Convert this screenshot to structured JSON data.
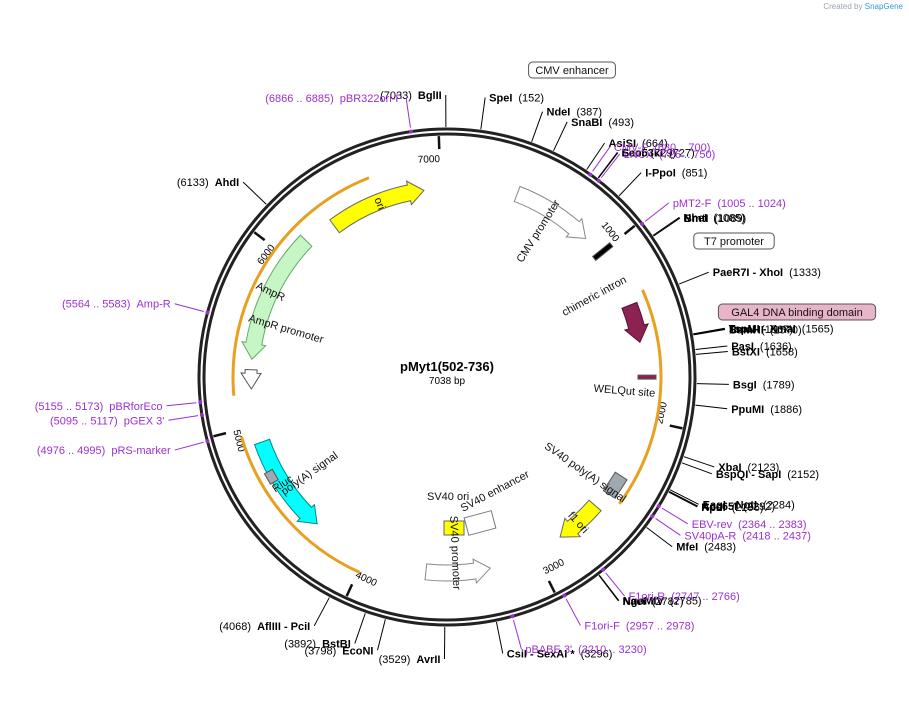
{
  "credit": {
    "prefix": "Created by",
    "brand": "SnapGene"
  },
  "plasmid": {
    "name": "pMyt1(502-736)",
    "length_label": "7038 bp",
    "length": 7038
  },
  "colors": {
    "site": "#000000",
    "primer": "#9b30d0",
    "feature_pink": "#e8b4c8",
    "ori": "#ffff00",
    "ampr": "#c6f5c6",
    "rluc": "#00ffff",
    "intron": "#8b2252",
    "arc": "#e8a020",
    "grey": "#a0a8b0"
  },
  "sites": [
    {
      "pos": 152,
      "label": "SpeI",
      "num": "(152)"
    },
    {
      "pos": 387,
      "label": "NdeI",
      "num": "(387)"
    },
    {
      "pos": 493,
      "label": "SnaBI",
      "num": "(493)"
    },
    {
      "pos": 664,
      "label": "AsiSI",
      "num": "(664)"
    },
    {
      "pos": 727,
      "label": "Eco53kI",
      "num": "(727)"
    },
    {
      "pos": 729,
      "label": "SacI",
      "num": "(729)"
    },
    {
      "pos": 851,
      "label": "I-PpoI",
      "num": "(851)"
    },
    {
      "pos": 1085,
      "label": "NheI",
      "num": "(1085)"
    },
    {
      "pos": 1089,
      "label": "BmtI",
      "num": "(1089)"
    },
    {
      "pos": 1333,
      "label": "PaeR7I   - XhoI",
      "num": "(1333)"
    },
    {
      "pos": 1565,
      "label": "TspMI   - XmaI",
      "num": "(1565)"
    },
    {
      "pos": 1567,
      "label": "SmaI",
      "num": "(1567)"
    },
    {
      "pos": 1570,
      "label": "BamHI",
      "num": "(1570)"
    },
    {
      "pos": 1636,
      "label": "PasI",
      "num": "(1636)"
    },
    {
      "pos": 1658,
      "label": "BstXI",
      "num": "(1658)"
    },
    {
      "pos": 1789,
      "label": "BsgI",
      "num": "(1789)"
    },
    {
      "pos": 1886,
      "label": "PpuMI",
      "num": "(1886)"
    },
    {
      "pos": 2123,
      "label": "XbaI",
      "num": "(2123)"
    },
    {
      "pos": 2152,
      "label": "BspQI   - SapI",
      "num": "(2152)"
    },
    {
      "pos": 2284,
      "label": "EagI   - NotI",
      "num": "(2284)"
    },
    {
      "pos": 2292,
      "label": "Acc65I",
      "num": "(2292)"
    },
    {
      "pos": 2296,
      "label": "KpnI",
      "num": "(2296)"
    },
    {
      "pos": 2483,
      "label": "MfeI",
      "num": "(2483)"
    },
    {
      "pos": 2785,
      "label": "NgoMIV",
      "num": "(2785)"
    },
    {
      "pos": 2787,
      "label": "NaeI",
      "num": "(2787)"
    },
    {
      "pos": 3296,
      "label": "CsiI   - SexAI *",
      "num": "(3296)"
    },
    {
      "pos": 3529,
      "label": "AvrII",
      "num": "(3529)"
    },
    {
      "pos": 3798,
      "label": "EcoNI",
      "num": "(3798)"
    },
    {
      "pos": 3892,
      "label": "BstBI",
      "num": "(3892)"
    },
    {
      "pos": 4068,
      "label": "AflIII   - PciI",
      "num": "(4068)"
    },
    {
      "pos": 6133,
      "label": "AhdI",
      "num": "(6133)"
    },
    {
      "pos": 7033,
      "label": "BglII",
      "num": "(7033)"
    }
  ],
  "primers": [
    {
      "pos": 690,
      "label": "CMV-F",
      "range": "(680 .. 700)"
    },
    {
      "pos": 738,
      "label": "LNCX",
      "range": "(726 .. 750)"
    },
    {
      "pos": 1014,
      "label": "pMT2-F",
      "range": "(1005 .. 1024)"
    },
    {
      "pos": 2373,
      "label": "EBV-rev",
      "range": "(2364 .. 2383)"
    },
    {
      "pos": 2427,
      "label": "SV40pA-R",
      "range": "(2418 .. 2437)"
    },
    {
      "pos": 2756,
      "label": "F1ori-R",
      "range": "(2747 .. 2766)"
    },
    {
      "pos": 2967,
      "label": "F1ori-F",
      "range": "(2957 .. 2978)"
    },
    {
      "pos": 3220,
      "label": "pBABE 3'",
      "range": "(3210 .. 3230)"
    },
    {
      "pos": 4985,
      "label": "pRS-marker",
      "range": "(4976 .. 4995)"
    },
    {
      "pos": 5106,
      "label": "pGEX 3'",
      "range": "(5095 .. 5117)"
    },
    {
      "pos": 5164,
      "label": "pBRforEco",
      "range": "(5155 .. 5173)"
    },
    {
      "pos": 5573,
      "label": "Amp-R",
      "range": "(5564 .. 5583)"
    },
    {
      "pos": 6875,
      "label": "pBR322ori-F",
      "range": "(6866 .. 6885)"
    }
  ],
  "boxed_labels": [
    {
      "id": "cmv-enhancer",
      "text": "CMV enhancer"
    },
    {
      "id": "t7-promoter",
      "text": "T7 promoter"
    },
    {
      "id": "gal4-domain",
      "text": "GAL4 DNA binding domain"
    }
  ],
  "features": {
    "ori": "ori",
    "cmv_promoter": "CMV promoter",
    "chimeric_intron": "chimeric intron",
    "welqut": "WELQut site",
    "sv40_polya": "SV40 poly(A) signal",
    "f1_ori": "f1 ori",
    "sv40_promoter": "SV40 promoter",
    "sv40_enhancer": "SV40 enhancer",
    "sv40_ori": "SV40 ori",
    "rluc": "Rluc",
    "polya_signal": "poly(A) signal",
    "ampr_promoter": "AmpR promoter",
    "ampr": "AmpR"
  },
  "ticks": [
    "1000",
    "2000",
    "3000",
    "4000",
    "5000",
    "6000",
    "7000"
  ]
}
